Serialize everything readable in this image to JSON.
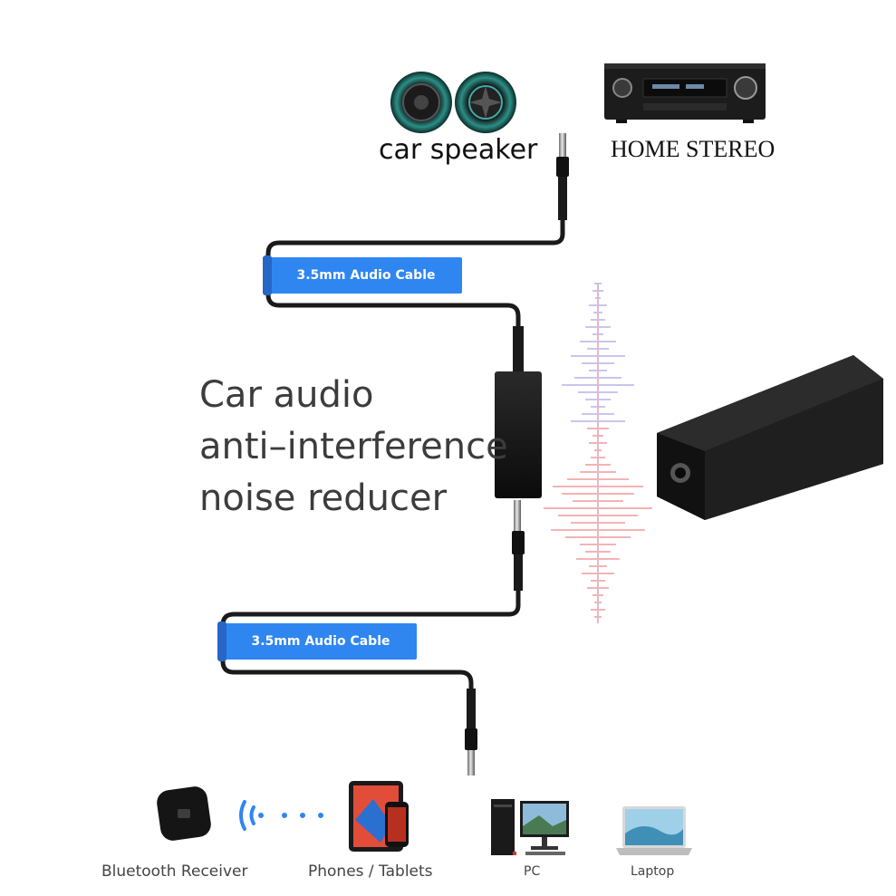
{
  "top": {
    "speaker_label": "car speaker",
    "stereo_label": "HOME STEREO"
  },
  "cables": {
    "upper_label": "3.5mm Audio Cable",
    "lower_label": "3.5mm Audio Cable"
  },
  "title": {
    "line1": "Car audio",
    "line2": "anti–interference",
    "line3": "noise reducer"
  },
  "devices": {
    "bluetooth": "Bluetooth Receiver",
    "phones": "Phones / Tablets",
    "pc": "PC",
    "laptop": "Laptop"
  },
  "colors": {
    "accent_blue": "#2f86f0",
    "cable": "#1a1a1a",
    "wave_blue": "#c9c6ee",
    "wave_red": "#f4b3b3"
  },
  "icons": [
    "speaker-icon",
    "stereo-receiver-icon",
    "audio-plug-icon",
    "noise-reducer-device-icon",
    "bluetooth-receiver-icon",
    "wifi-signal-icon",
    "phone-tablet-icon",
    "pc-icon",
    "laptop-icon"
  ]
}
